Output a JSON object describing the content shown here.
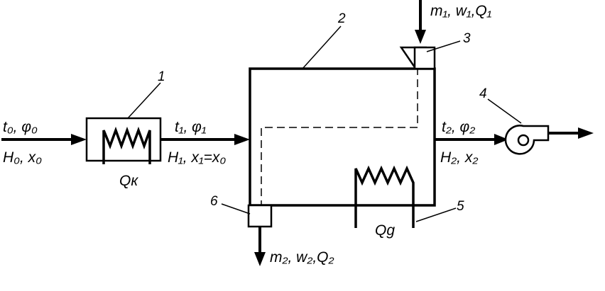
{
  "inlet": {
    "top": "t₀, φ₀",
    "bottom": "H₀, x₀"
  },
  "preheater": {
    "number": "1",
    "heat": "Qк"
  },
  "after_preheater": {
    "top": "t₁, φ₁",
    "bottom": "H₁, x₁=x₀"
  },
  "dryer": {
    "number": "2"
  },
  "feeder": {
    "number": "3",
    "input": "m₁, w₁,Q₁"
  },
  "fan": {
    "number": "4"
  },
  "outlet": {
    "top": "t₂, φ₂",
    "bottom": "H₂, x₂"
  },
  "internal_heater": {
    "number": "5",
    "heat": "Qg"
  },
  "discharge": {
    "number": "6",
    "output": "m₂, w₂,Q₂"
  }
}
